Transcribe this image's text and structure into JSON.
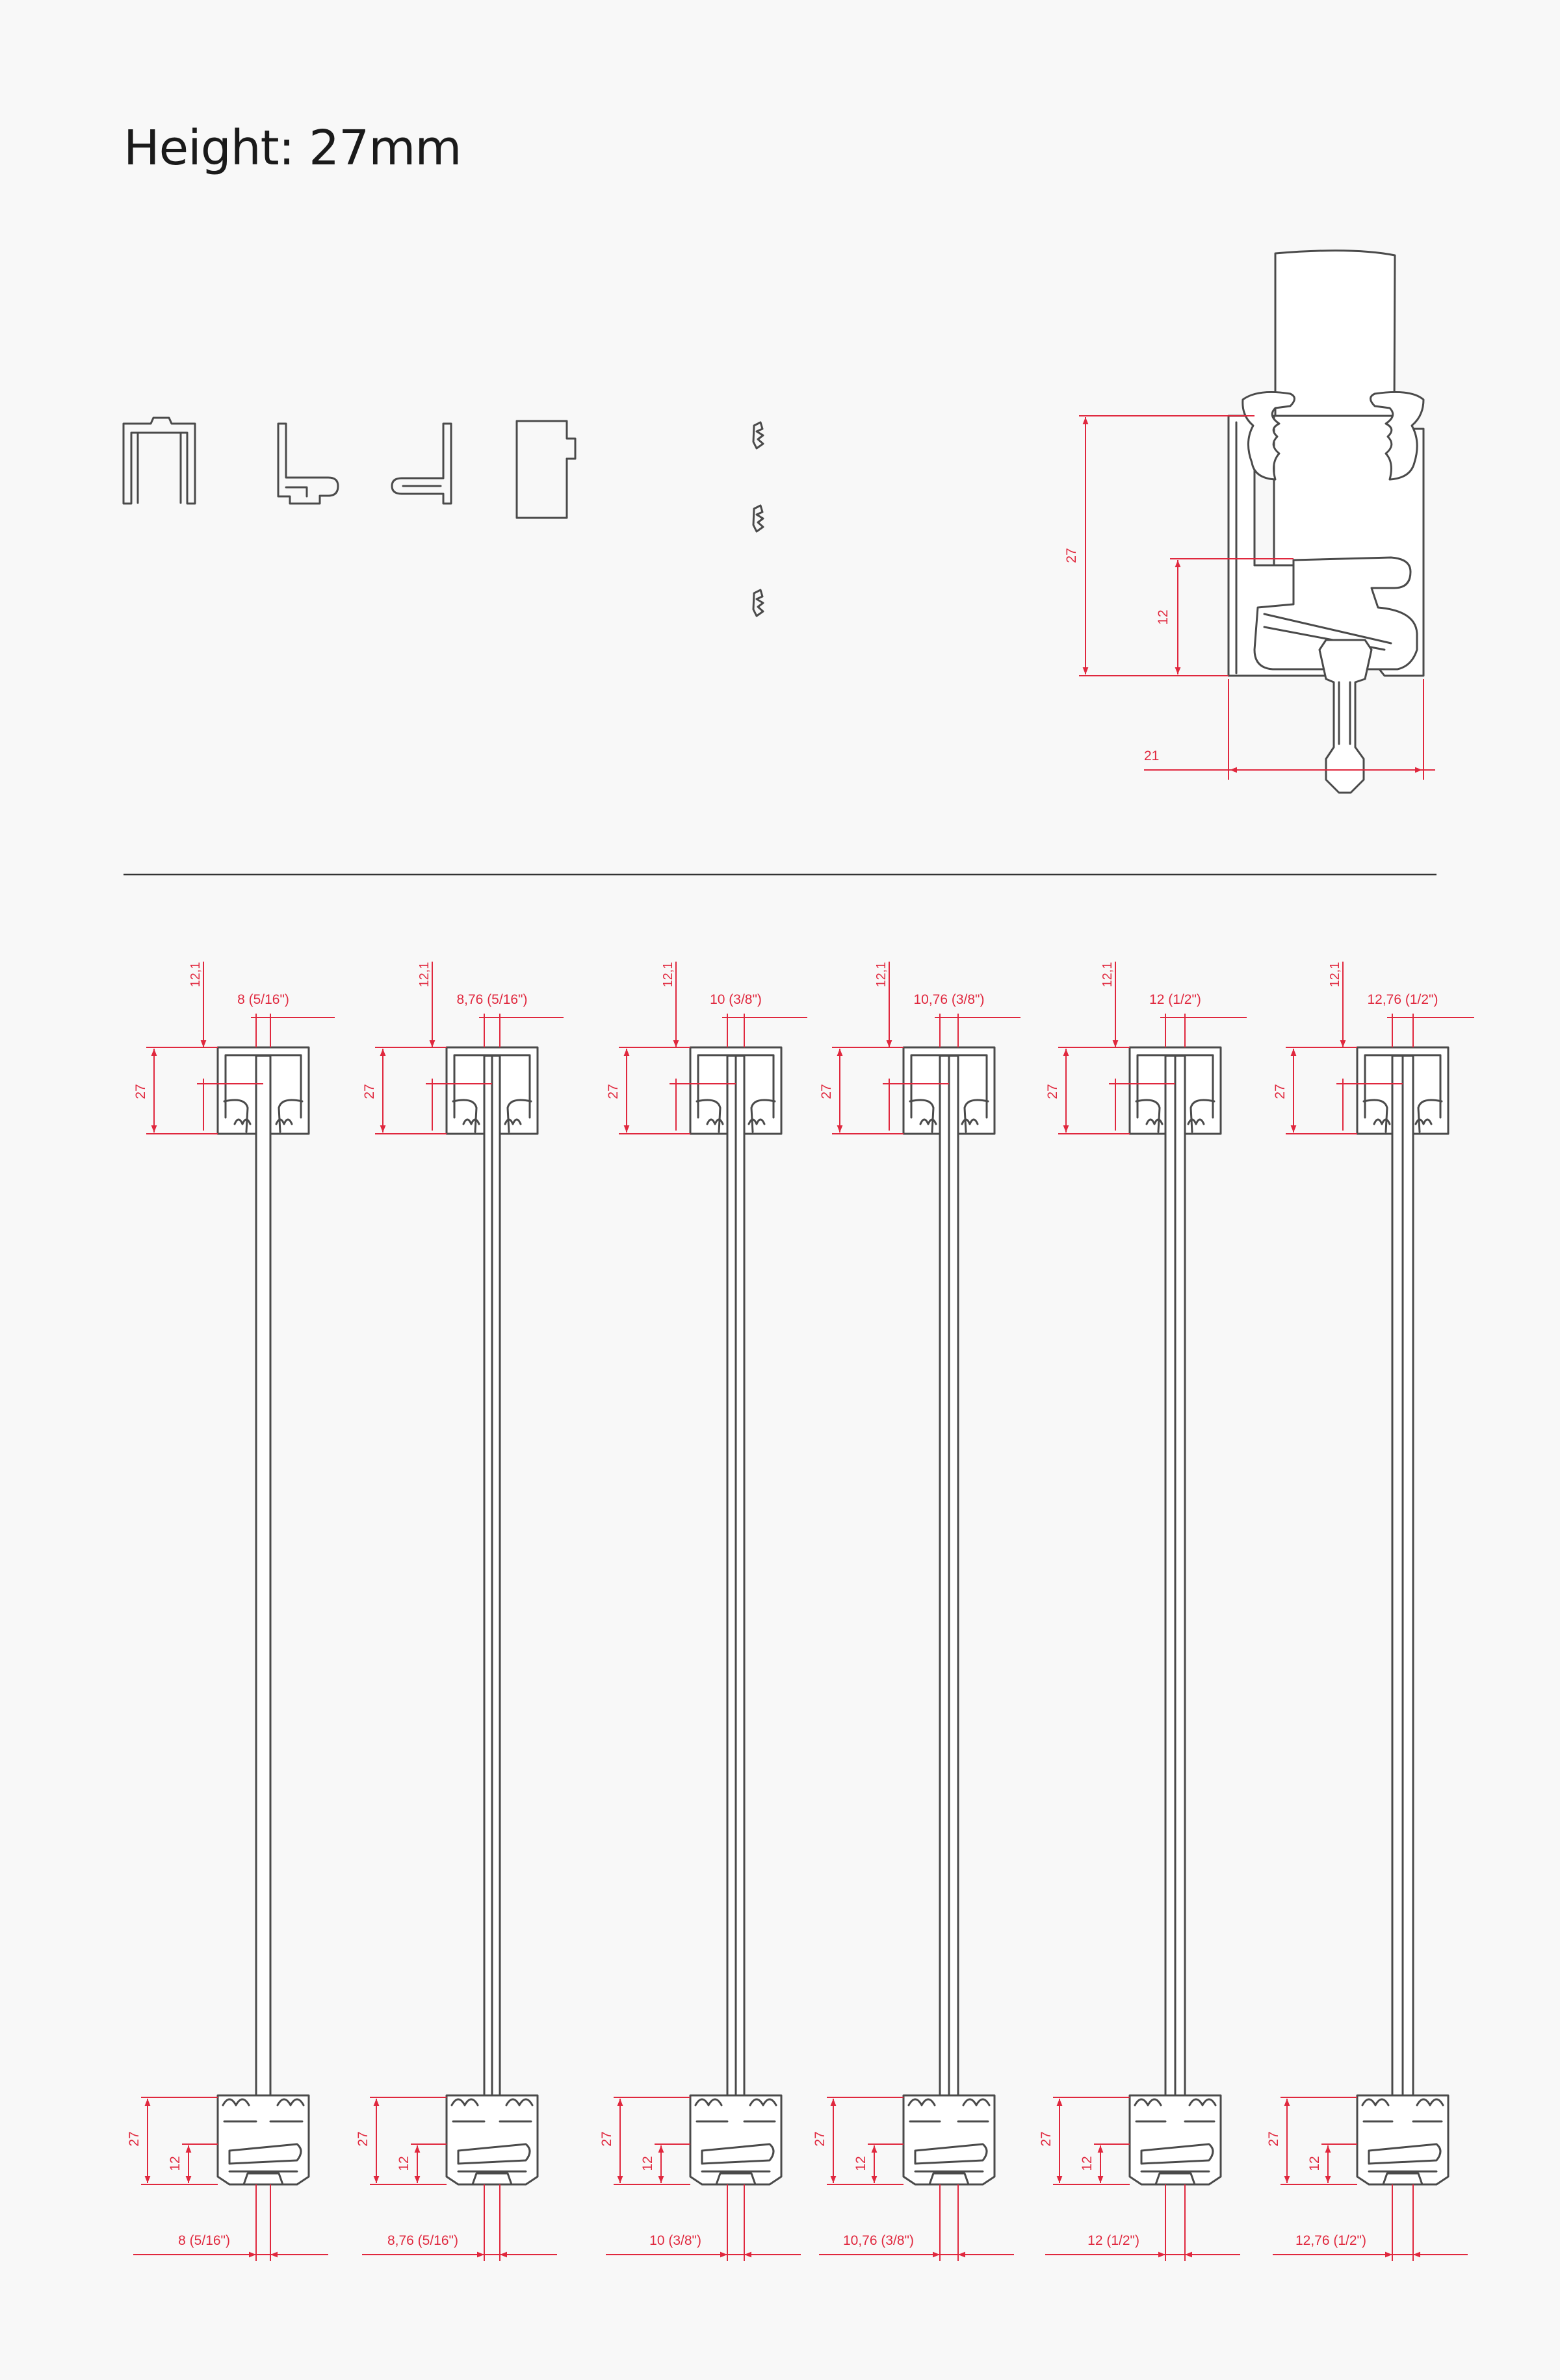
{
  "title": "Height: 27mm",
  "colors": {
    "dimension": "#e0283e",
    "line": "#4a4a4a",
    "background": "#f8f8f8",
    "separator": "#333333"
  },
  "components": [
    "u-channel-profile",
    "l-profile",
    "angle-profile",
    "end-cap",
    "gasket-clip",
    "gasket-clip",
    "gasket-clip"
  ],
  "detail": {
    "height": "27",
    "inner": "12",
    "width": "21"
  },
  "variants": [
    {
      "offset": "12,1",
      "height": "27",
      "top_glass": "8 (5/16\")",
      "bottom_inner": "12",
      "bottom_glass": "8 (5/16\")"
    },
    {
      "offset": "12,1",
      "height": "27",
      "top_glass": "8,76 (5/16\")",
      "bottom_inner": "12",
      "bottom_glass": "8,76 (5/16\")"
    },
    {
      "offset": "12,1",
      "height": "27",
      "top_glass": "10 (3/8\")",
      "bottom_inner": "12",
      "bottom_glass": "10 (3/8\")"
    },
    {
      "offset": "12,1",
      "height": "27",
      "top_glass": "10,76 (3/8\")",
      "bottom_inner": "12",
      "bottom_glass": "10,76 (3/8\")"
    },
    {
      "offset": "12,1",
      "height": "27",
      "top_glass": "12 (1/2\")",
      "bottom_inner": "12",
      "bottom_glass": "12 (1/2\")"
    },
    {
      "offset": "12,1",
      "height": "27",
      "top_glass": "12,76 (1/2\")",
      "bottom_inner": "12",
      "bottom_glass": "12,76 (1/2\")"
    }
  ]
}
